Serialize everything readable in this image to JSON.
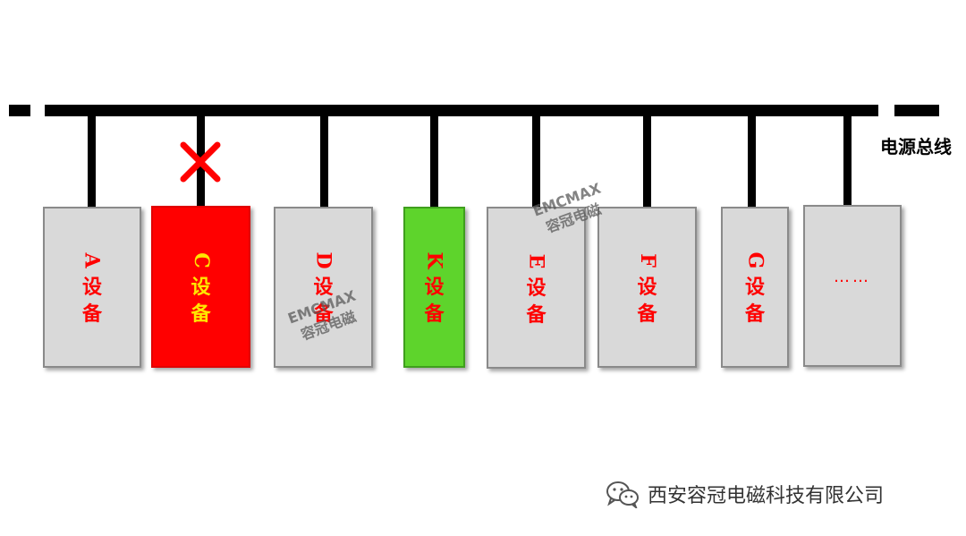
{
  "bus_label": "电源总线",
  "devices": [
    {
      "letter": "A",
      "text": [
        "设",
        "备"
      ],
      "state": "normal"
    },
    {
      "letter": "C",
      "text": [
        "设",
        "备"
      ],
      "state": "fault"
    },
    {
      "letter": "D",
      "text": [
        "设",
        "备"
      ],
      "state": "normal"
    },
    {
      "letter": "K",
      "text": [
        "设",
        "备"
      ],
      "state": "active"
    },
    {
      "letter": "E",
      "text": [
        "设",
        "备"
      ],
      "state": "normal"
    },
    {
      "letter": "F",
      "text": [
        "设",
        "备"
      ],
      "state": "normal"
    },
    {
      "letter": "G",
      "text": [
        "设",
        "备"
      ],
      "state": "normal"
    },
    {
      "ellipsis": "……",
      "state": "normal"
    }
  ],
  "watermark": {
    "line1": "EMCMAX",
    "line2": "容冠电磁"
  },
  "footer": {
    "text": "西安容冠电磁科技有限公司",
    "icon": "wechat-icon"
  },
  "colors": {
    "fault": "#ff0000",
    "active": "#5ed42c",
    "normal": "#d9d9d9",
    "label": "#ff0000",
    "fault_label": "#ffe600"
  }
}
